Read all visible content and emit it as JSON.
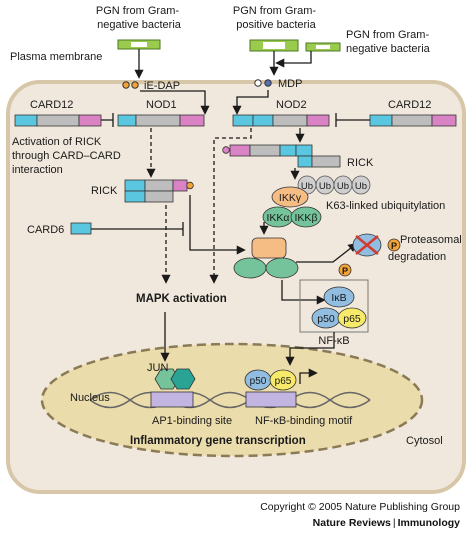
{
  "labels": {
    "pgn_gram_neg_left": [
      "PGN from Gram-",
      "negative bacteria"
    ],
    "pgn_gram_pos": [
      "PGN from Gram-",
      "positive bacteria"
    ],
    "pgn_gram_neg_right": [
      "PGN from Gram-",
      "negative bacteria"
    ],
    "plasma_membrane": "Plasma membrane",
    "ie_dap": "iE-DAP",
    "mdp": "MDP",
    "card12_left": "CARD12",
    "nod1": "NOD1",
    "nod2": "NOD2",
    "card12_right": "CARD12",
    "rick_activation": [
      "Activation of RICK",
      "through CARD–CARD",
      "interaction"
    ],
    "rick_left": "RICK",
    "rick_right": "RICK",
    "ub": "Ub",
    "ikk_gamma": "IKKγ",
    "ikk_alpha": "IKKα",
    "ikk_beta": "IKKβ",
    "k63": "K63-linked ubiquitylation",
    "card6": "CARD6",
    "phospho": "P",
    "proteasomal": [
      "Proteasomal",
      "degradation"
    ],
    "mapk": "MAPK activation",
    "ikb": "IκB",
    "p50": "p50",
    "p65": "p65",
    "nfkb": "NF-κB",
    "jun": "JUN",
    "nucleus": "Nucleus",
    "ap1_site": "AP1-binding site",
    "nfkb_motif": "NF-κB-binding motif",
    "inflammatory": "Inflammatory gene transcription",
    "cytosol": "Cytosol"
  },
  "footer": {
    "copyright": "Copyright © 2005 Nature Publishing Group",
    "journal": "Nature Reviews",
    "section": "Immunology"
  },
  "colors": {
    "cell": "#f1e8dd",
    "membrane": "#d7c7a8",
    "nucleus": "#ebdcab",
    "blue_domain": "#5bc6df",
    "pink_domain": "#d983c4",
    "grey_domain": "#bdbdbd",
    "green_complex": "#74c39a",
    "orange": "#f5bc84",
    "phospho": "#f2a236",
    "ligand_green": "#9acb4c"
  }
}
